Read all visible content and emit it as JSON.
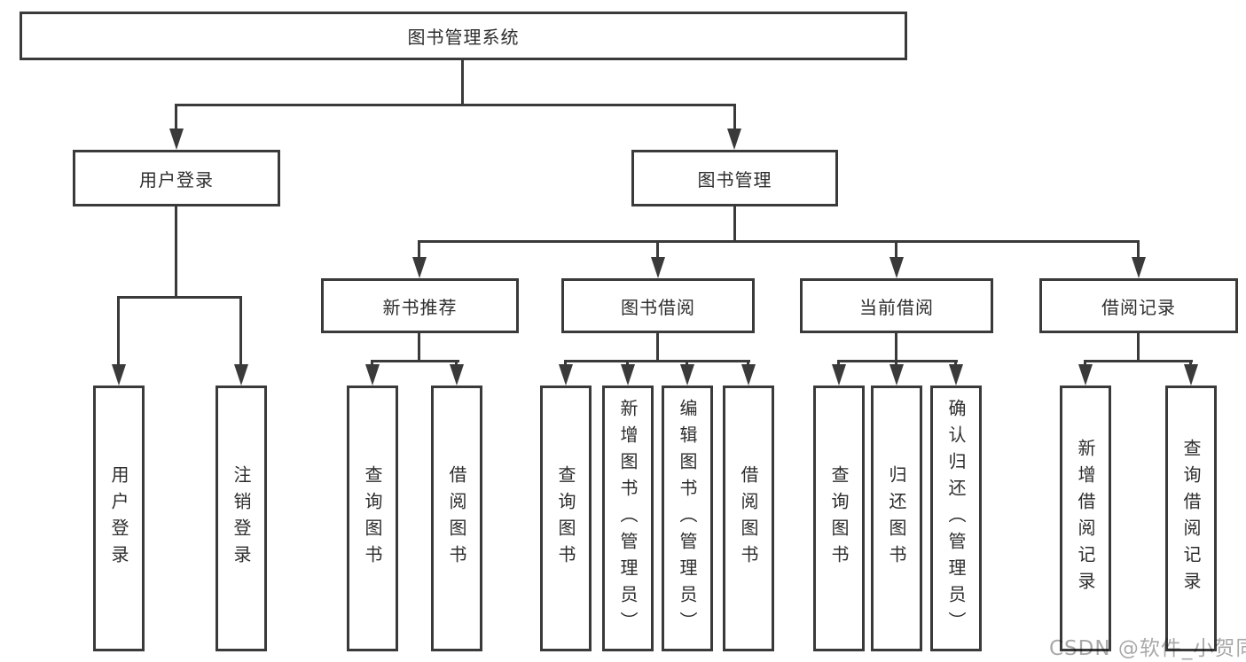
{
  "diagram": {
    "title_note": "library management system functional structure tree",
    "root": {
      "label": "图书管理系统"
    },
    "level2": [
      {
        "label": "用户登录"
      },
      {
        "label": "图书管理"
      }
    ],
    "level3": [
      {
        "label": "新书推荐"
      },
      {
        "label": "图书借阅"
      },
      {
        "label": "当前借阅"
      },
      {
        "label": "借阅记录"
      }
    ],
    "leaves": {
      "userLogin": [
        {
          "label": "用户登录"
        },
        {
          "label": "注销登录"
        }
      ],
      "newBookRecommend": [
        {
          "label": "查询图书"
        },
        {
          "label": "借阅图书"
        }
      ],
      "bookBorrow": [
        {
          "label": "查询图书"
        },
        {
          "label": "新增图书（管理员）"
        },
        {
          "label": "编辑图书（管理员）"
        },
        {
          "label": "借阅图书"
        }
      ],
      "currentBorrow": [
        {
          "label": "查询图书"
        },
        {
          "label": "归还图书"
        },
        {
          "label": "确认归还（管理员）"
        }
      ],
      "borrowRecord": [
        {
          "label": "新增借阅记录"
        },
        {
          "label": "查询借阅记录"
        }
      ]
    }
  },
  "watermark": {
    "text": "CSDN @软件_小贺同学"
  },
  "colors": {
    "line": "#3a3a3a",
    "text": "#2d2d2d",
    "background": "#ffffff",
    "watermark": "#a9a9a9"
  }
}
